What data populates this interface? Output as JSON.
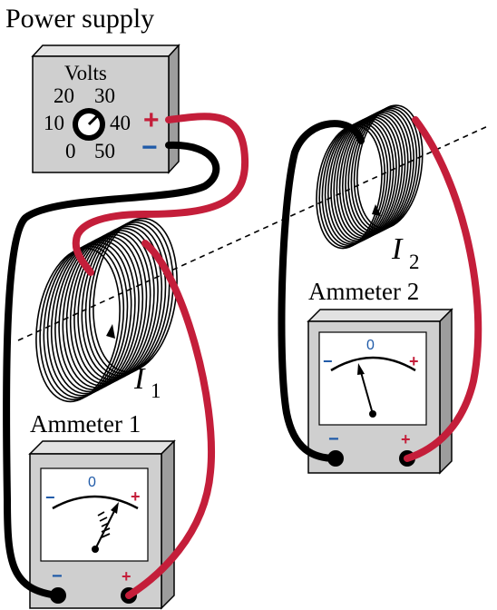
{
  "title": "Power supply",
  "power_supply": {
    "label": "Volts",
    "dial_marks": [
      "20",
      "30",
      "10",
      "40",
      "0",
      "50"
    ],
    "plus": "+",
    "minus": "−"
  },
  "ammeter_1": {
    "title": "Ammeter 1",
    "zero": "0",
    "scale_minus": "−",
    "scale_plus": "+",
    "term_minus": "−",
    "term_plus": "+"
  },
  "ammeter_2": {
    "title": "Ammeter 2",
    "zero": "0",
    "scale_minus": "−",
    "scale_plus": "+",
    "term_minus": "−",
    "term_plus": "+"
  },
  "coil_1": {
    "current_symbol": "I",
    "current_subscript": "1"
  },
  "coil_2": {
    "current_symbol": "I",
    "current_subscript": "2"
  },
  "colors": {
    "wire_red": "#c41e3a",
    "wire_black": "#000000",
    "box_face": "#cfcfcf",
    "box_side": "#9d9d9d",
    "box_top": "#e2e2e2",
    "scale_blue": "#1f5aa8",
    "scale_red": "#c41e3a"
  }
}
